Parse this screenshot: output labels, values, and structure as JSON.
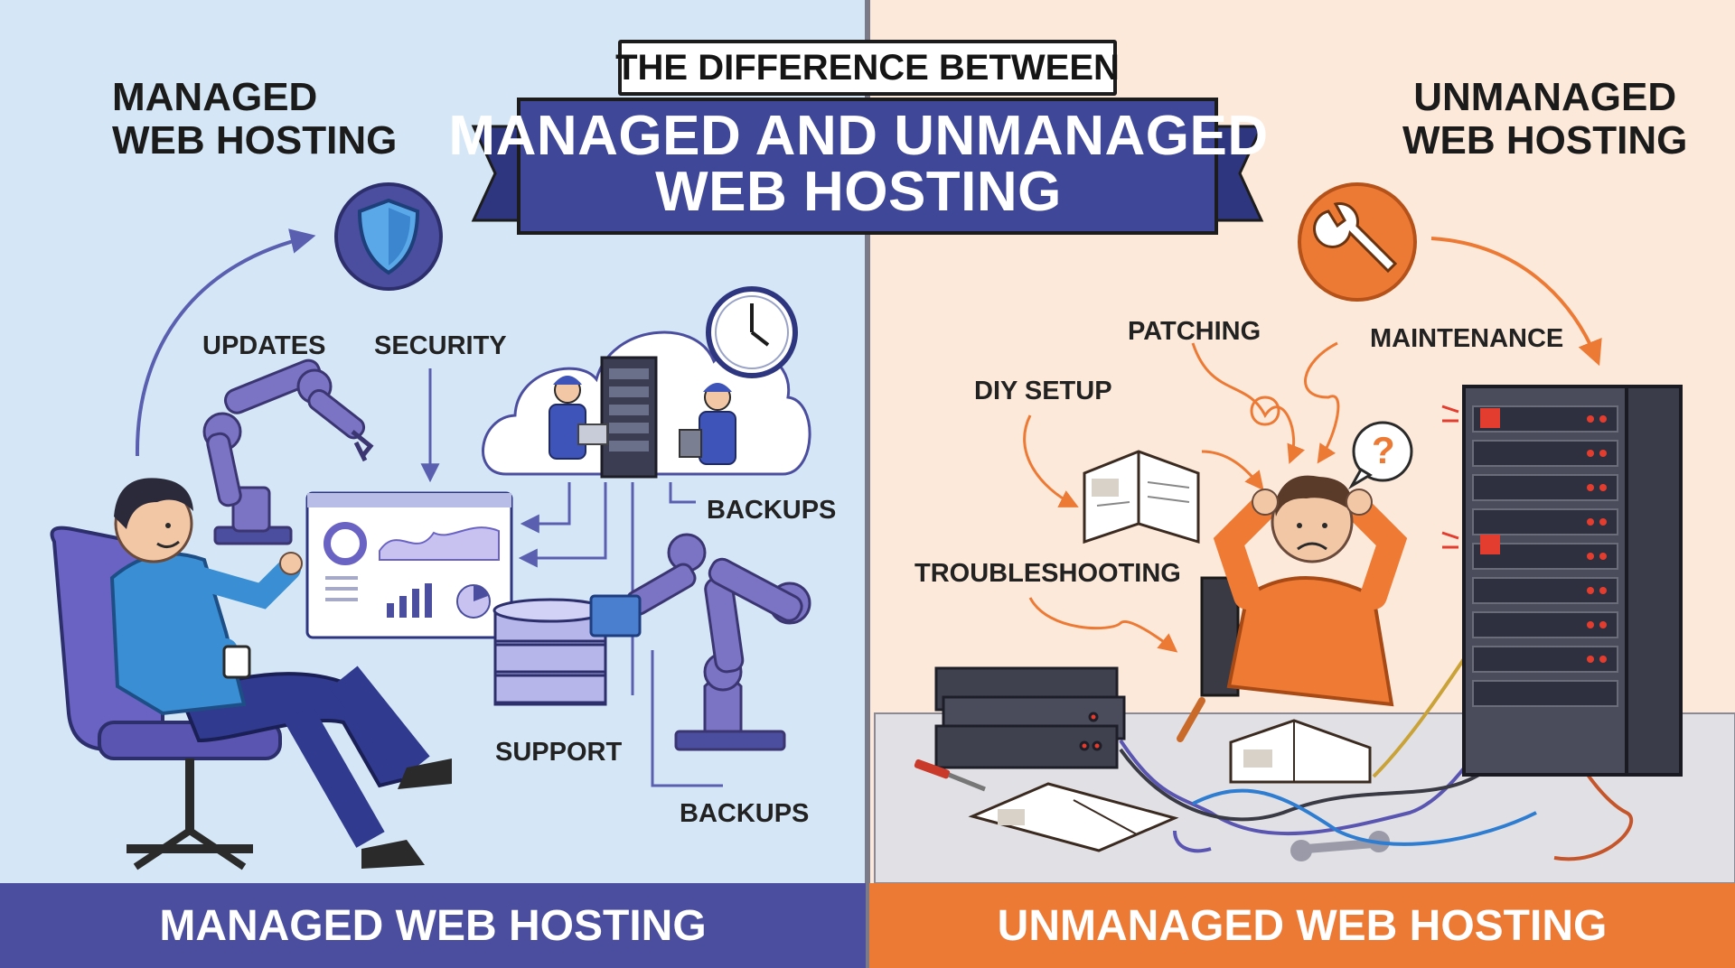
{
  "header": {
    "top_label": "THE DIFFERENCE BETWEEN",
    "main_line1": "MANAGED AND UNMANAGED",
    "main_line2": "WEB HOSTING"
  },
  "managed": {
    "title_line1": "MANAGED",
    "title_line2": "WEB HOSTING",
    "labels": {
      "updates": "UPDATES",
      "security": "SECURITY",
      "backups_top": "BACKUPS",
      "support": "SUPPORT",
      "backups_bottom": "BACKUPS"
    },
    "footer": "MANAGED WEB HOSTING"
  },
  "unmanaged": {
    "title_line1": "UNMANAGED",
    "title_line2": "WEB HOSTING",
    "labels": {
      "patching": "PATCHING",
      "maintenance": "MAINTENANCE",
      "diy_setup": "DIY SETUP",
      "troubleshooting": "TROUBLESHOOTING",
      "question_mark": "?"
    },
    "footer": "UNMANAGED WEB HOSTING"
  },
  "colors": {
    "left_bg": "#d5e7f6",
    "right_bg": "#fde9da",
    "managed_accent": "#4b4e9e",
    "unmanaged_accent": "#ec7a35",
    "banner_blue": "#3f4798"
  },
  "icons": {
    "shield": "shield-icon",
    "wrench": "wrench-icon",
    "clock": "clock-icon",
    "question": "question-bubble-icon"
  }
}
